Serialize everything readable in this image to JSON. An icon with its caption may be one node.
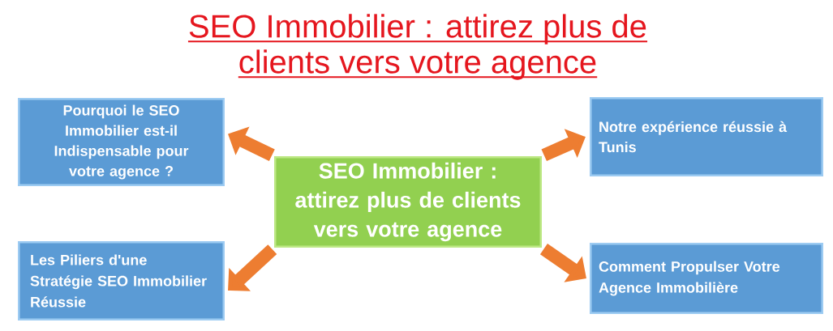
{
  "diagram": {
    "title": "SEO Immobilier : attirez plus de clients vers votre agence",
    "nodes": [
      {
        "text": [
          "Pourquoi le SEO Immobilier est-il Indispensable pour votre agence ?"
        ]
      },
      {
        "text": [
          "Notre expérience réussie à Tunis"
        ]
      },
      {
        "text": [
          "SEO Immobilier : attirez plus de clients vers votre agence"
        ]
      },
      {
        "text": [
          "Les Piliers d'une Stratégie SEO Immobilier Réussie"
        ]
      },
      {
        "text": [
          "Comment Propulser Votre Agence Immobilière"
        ]
      }
    ],
    "edges": [
      {
        "from": 2,
        "to": 0,
        "arrow": "to"
      },
      {
        "from": 2,
        "to": 1,
        "arrow": "to"
      },
      {
        "from": 2,
        "to": 3,
        "arrow": "to"
      },
      {
        "from": 2,
        "to": 4,
        "arrow": "to"
      }
    ]
  }
}
